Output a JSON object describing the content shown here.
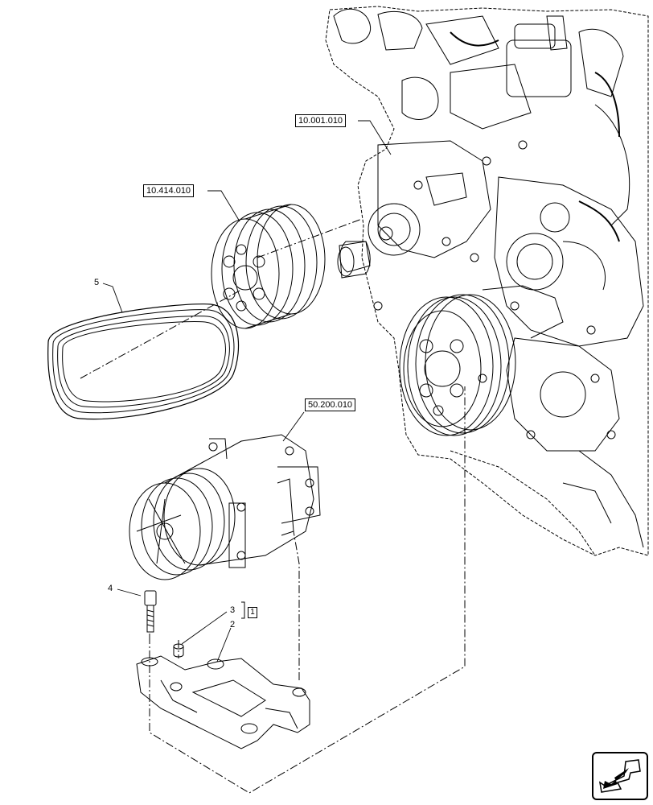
{
  "references": {
    "engine": "10.001.010",
    "pulley": "10.414.010",
    "compressor": "50.200.010"
  },
  "items": {
    "belt": "5",
    "bolt": "4",
    "spacer": "3",
    "bracket": "2"
  },
  "note": "1",
  "navigation": {
    "icon": "arrow-down-left-icon"
  },
  "colors": {
    "line": "#000000",
    "background": "#ffffff"
  }
}
